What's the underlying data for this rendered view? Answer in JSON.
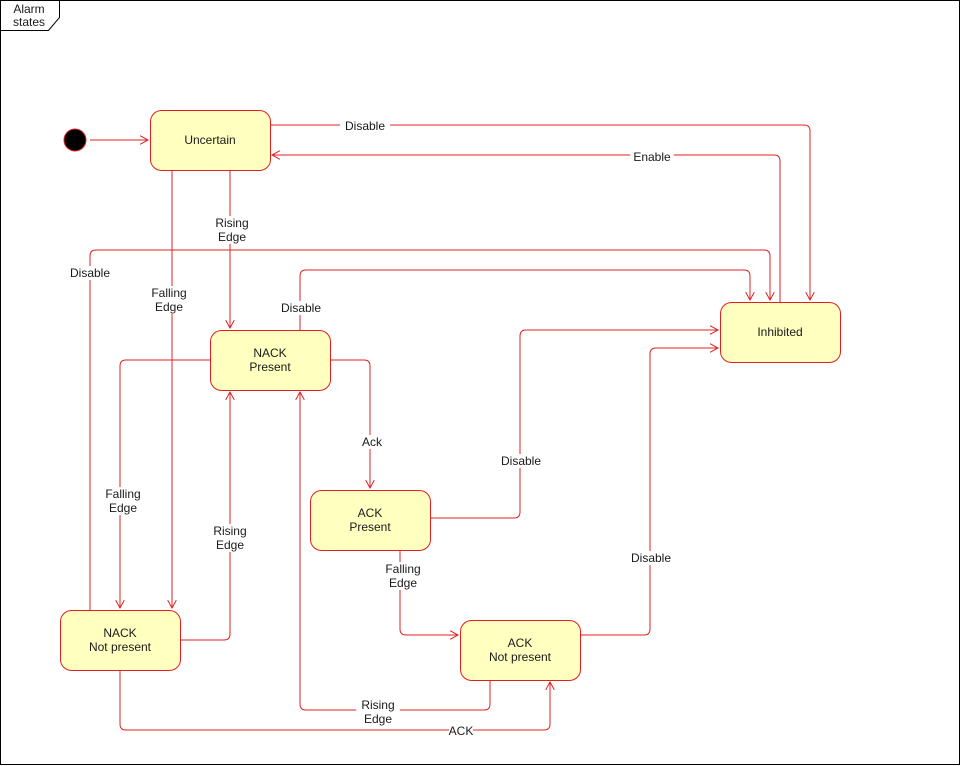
{
  "frame": {
    "title_line1": "Alarm",
    "title_line2": "states"
  },
  "colors": {
    "edge": "#e02020",
    "state_fill": "#ffffc0",
    "state_stroke": "#e02020",
    "initial": "#000000"
  },
  "states": {
    "uncertain": {
      "lines": [
        "Uncertain"
      ]
    },
    "inhibited": {
      "lines": [
        "Inhibited"
      ]
    },
    "nack_present": {
      "lines": [
        "NACK",
        "Present"
      ]
    },
    "ack_present": {
      "lines": [
        "ACK",
        "Present"
      ]
    },
    "nack_not_present": {
      "lines": [
        "NACK",
        "Not present"
      ]
    },
    "ack_not_present": {
      "lines": [
        "ACK",
        "Not present"
      ]
    }
  },
  "transitions": {
    "t_initial": {
      "lines": []
    },
    "t_uncertain_disable": {
      "lines": [
        "Disable"
      ]
    },
    "t_enable": {
      "lines": [
        "Enable"
      ]
    },
    "t_uncertain_rising": {
      "lines": [
        "Rising",
        "Edge"
      ]
    },
    "t_uncertain_falling": {
      "lines": [
        "Falling",
        "Edge"
      ]
    },
    "t_nacknp_disable": {
      "lines": [
        "Disable"
      ]
    },
    "t_nackp_disable": {
      "lines": [
        "Disable"
      ]
    },
    "t_nackp_ack": {
      "lines": [
        "Ack"
      ]
    },
    "t_nackp_falling": {
      "lines": [
        "Falling",
        "Edge"
      ]
    },
    "t_nacknp_rising": {
      "lines": [
        "Rising",
        "Edge"
      ]
    },
    "t_ackp_disable": {
      "lines": [
        "Disable"
      ]
    },
    "t_ackp_falling": {
      "lines": [
        "Falling",
        "Edge"
      ]
    },
    "t_acknp_disable": {
      "lines": [
        "Disable"
      ]
    },
    "t_acknp_rising": {
      "lines": [
        "Rising",
        "Edge"
      ]
    },
    "t_nacknp_ack": {
      "lines": [
        "ACK"
      ]
    }
  }
}
